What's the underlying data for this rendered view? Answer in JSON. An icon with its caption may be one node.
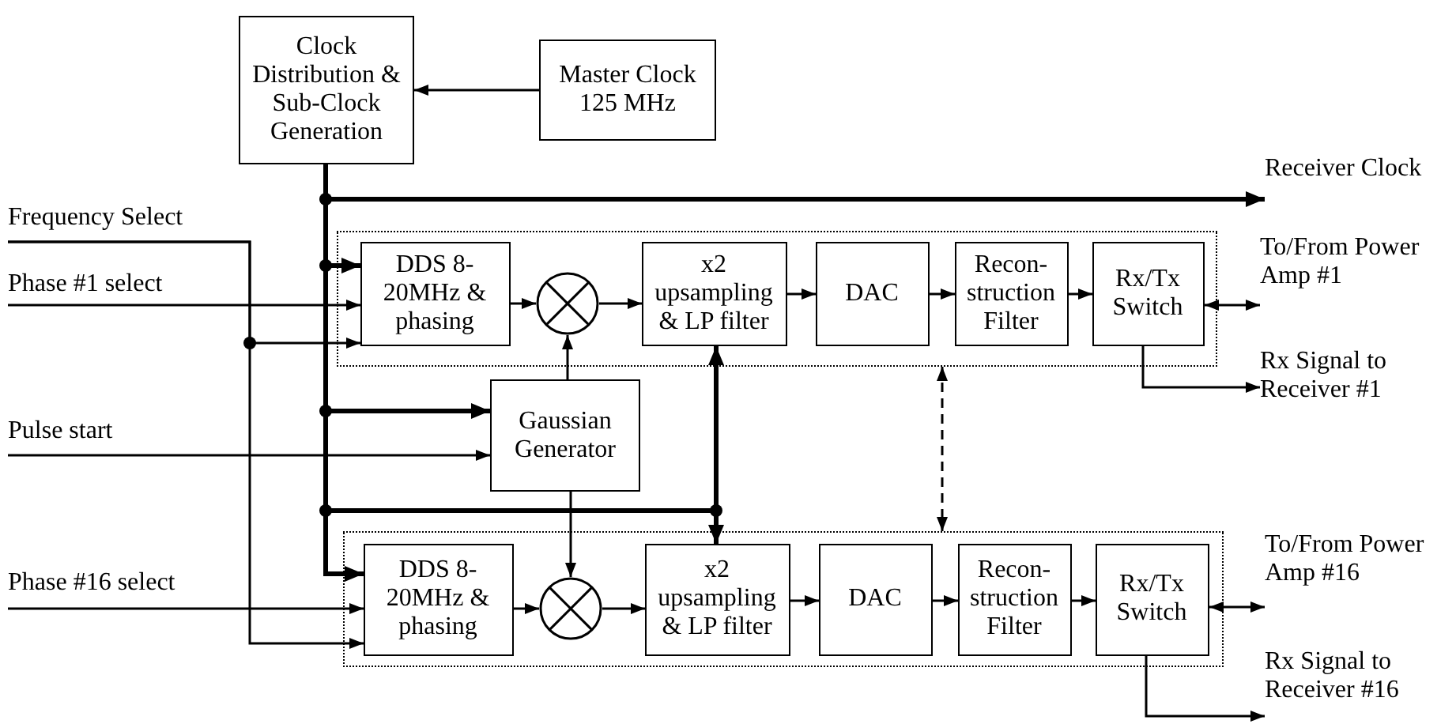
{
  "diagram": {
    "nodes": [
      {
        "text": [
          "Clock Distribution & Sub-Clock Generation"
        ]
      },
      {
        "text": [
          "Master Clock 125 MHz"
        ]
      },
      {
        "text": [
          "Receiver Clock"
        ]
      },
      {
        "text": [
          "Frequency Select"
        ]
      },
      {
        "text": [
          "Phase #1 select"
        ]
      },
      {
        "text": [],
        "shape": "box"
      },
      {
        "text": [
          "DDS 8-20MHz & phasing"
        ],
        "in": 5
      },
      {
        "text": [],
        "shape": "circle",
        "in": 5
      },
      {
        "text": [
          "x2 upsampling & LP filter"
        ],
        "in": 5
      },
      {
        "text": [
          "DAC"
        ],
        "in": 5
      },
      {
        "text": [
          "Recon-struction Filter"
        ],
        "in": 5
      },
      {
        "text": [
          "Rx/Tx Switch"
        ],
        "in": 5
      },
      {
        "text": [
          "To/From Power Amp #1"
        ]
      },
      {
        "text": [
          "Rx Signal to Receiver #1"
        ]
      },
      {
        "text": [
          "Gaussian Generator"
        ]
      },
      {
        "text": [
          "Pulse start"
        ]
      },
      {
        "text": [
          "Phase #16 select"
        ]
      },
      {
        "text": [],
        "shape": "box"
      },
      {
        "text": [
          "DDS 8-20MHz & phasing"
        ],
        "in": 17
      },
      {
        "text": [],
        "shape": "circle",
        "in": 17
      },
      {
        "text": [
          "x2 upsampling & LP filter"
        ],
        "in": 17
      },
      {
        "text": [
          "DAC"
        ],
        "in": 17
      },
      {
        "text": [
          "Recon-struction Filter"
        ],
        "in": 17
      },
      {
        "text": [
          "Rx/Tx Switch"
        ],
        "in": 17
      },
      {
        "text": [
          "To/From Power Amp #16"
        ]
      },
      {
        "text": [
          "Rx Signal to Receiver #16"
        ]
      }
    ],
    "edges": [
      {
        "from": 1,
        "to": 0,
        "arrow": "to"
      },
      {
        "from": 0,
        "to": 2,
        "arrow": "to",
        "style": "thick"
      },
      {
        "from": 0,
        "to": 6,
        "arrow": "to",
        "style": "thick"
      },
      {
        "from": 0,
        "to": 14,
        "arrow": "to",
        "style": "thick"
      },
      {
        "from": 0,
        "to": 8,
        "arrow": "to",
        "style": "thick"
      },
      {
        "from": 0,
        "to": 20,
        "arrow": "to",
        "style": "thick"
      },
      {
        "from": 0,
        "to": 18,
        "arrow": "to",
        "style": "thick"
      },
      {
        "from": 3,
        "to": 6,
        "arrow": "to"
      },
      {
        "from": 3,
        "to": 18,
        "arrow": "to"
      },
      {
        "from": 4,
        "to": 6,
        "arrow": "to"
      },
      {
        "from": 6,
        "to": 7,
        "arrow": "to"
      },
      {
        "from": 7,
        "to": 8,
        "arrow": "to"
      },
      {
        "from": 8,
        "to": 9,
        "arrow": "to"
      },
      {
        "from": 9,
        "to": 10,
        "arrow": "to"
      },
      {
        "from": 10,
        "to": 11,
        "arrow": "to"
      },
      {
        "from": 11,
        "to": 12,
        "arrow": "both"
      },
      {
        "from": 11,
        "to": 13,
        "arrow": "to"
      },
      {
        "from": 14,
        "to": 7,
        "arrow": "to"
      },
      {
        "from": 15,
        "to": 14,
        "arrow": "to"
      },
      {
        "from": 14,
        "to": 19,
        "arrow": "to"
      },
      {
        "from": 16,
        "to": 18,
        "arrow": "to"
      },
      {
        "from": 18,
        "to": 19,
        "arrow": "to"
      },
      {
        "from": 19,
        "to": 20,
        "arrow": "to"
      },
      {
        "from": 20,
        "to": 21,
        "arrow": "to"
      },
      {
        "from": 21,
        "to": 22,
        "arrow": "to"
      },
      {
        "from": 22,
        "to": 23,
        "arrow": "to"
      },
      {
        "from": 23,
        "to": 24,
        "arrow": "both"
      },
      {
        "from": 23,
        "to": 25,
        "arrow": "to"
      },
      {
        "from": 5,
        "to": 17,
        "arrow": "both",
        "style": "dashed"
      }
    ]
  }
}
